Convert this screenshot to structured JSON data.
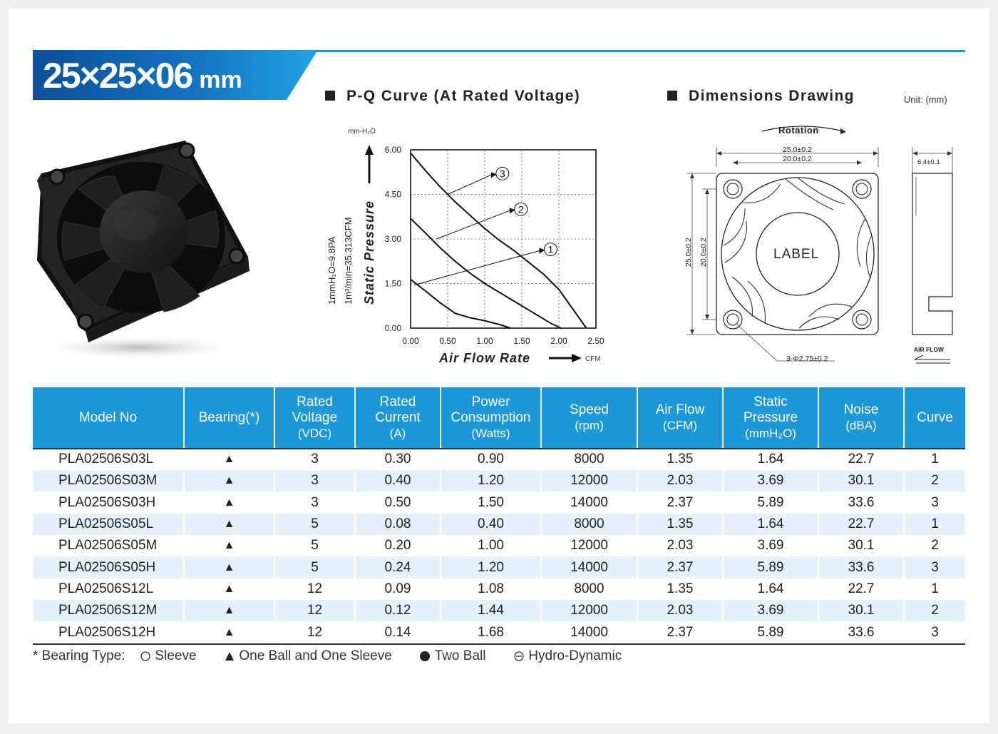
{
  "header": {
    "size_text": "25×25×06",
    "size_unit": "mm",
    "pq_title": "P-Q Curve (At Rated Voltage)",
    "dim_title": "Dimensions Drawing",
    "unit_note": "Unit: (mm)"
  },
  "pq_chart": {
    "y_unit": "mm-H₂O",
    "y_label": "Static Pressure",
    "x_label": "Air Flow Rate",
    "x_unit": "CFM",
    "note1": "1mmH₂O=9.8PA",
    "note2": "1m³/min=35.313CFM"
  },
  "chart_data": {
    "type": "line",
    "title": "P-Q Curve (At Rated Voltage)",
    "xlabel": "Air Flow Rate",
    "ylabel": "Static Pressure",
    "xlim": [
      0,
      2.5
    ],
    "ylim": [
      0,
      6
    ],
    "x_ticks": [
      "0.00",
      "0.50",
      "1.00",
      "1.50",
      "2.00",
      "2.50"
    ],
    "y_ticks": [
      "0.00",
      "1.50",
      "3.00",
      "4.50",
      "6.00"
    ],
    "grid": true,
    "series": [
      {
        "name": "3",
        "x": [
          0,
          0.2,
          0.4,
          0.6,
          0.8,
          1.0,
          1.2,
          1.4,
          1.6,
          1.8,
          2.0,
          2.2,
          2.37
        ],
        "y": [
          5.89,
          5.3,
          4.75,
          4.25,
          3.8,
          3.35,
          2.95,
          2.6,
          2.2,
          1.8,
          1.3,
          0.6,
          0.0
        ]
      },
      {
        "name": "2",
        "x": [
          0,
          0.2,
          0.4,
          0.6,
          0.8,
          1.0,
          1.2,
          1.4,
          1.6,
          1.8,
          1.9,
          2.03
        ],
        "y": [
          3.69,
          3.2,
          2.7,
          2.25,
          1.85,
          1.5,
          1.2,
          0.9,
          0.6,
          0.3,
          0.15,
          0.0
        ]
      },
      {
        "name": "1",
        "x": [
          0,
          0.2,
          0.4,
          0.6,
          0.8,
          1.0,
          1.2,
          1.35
        ],
        "y": [
          1.64,
          1.25,
          0.85,
          0.5,
          0.35,
          0.25,
          0.12,
          0.0
        ]
      }
    ],
    "labels": [
      "3",
      "2",
      "1"
    ]
  },
  "dimensions": {
    "rotation": "Rotation",
    "outer": "25.0±0.2",
    "inner": "20.0±0.2",
    "label": "LABEL",
    "hole": "3-Φ2.75±0.2",
    "thickness": "6.4±0.1",
    "air_flow": "AIR FLOW"
  },
  "table": {
    "headers": [
      {
        "main": "Model No",
        "sub": ""
      },
      {
        "main": "Bearing(*)",
        "sub": ""
      },
      {
        "main": "Rated Voltage",
        "sub": "(VDC)"
      },
      {
        "main": "Rated Current",
        "sub": "(A)"
      },
      {
        "main": "Power Consumption",
        "sub": "(Watts)"
      },
      {
        "main": "Speed",
        "sub": "(rpm)"
      },
      {
        "main": "Air Flow",
        "sub": "(CFM)"
      },
      {
        "main": "Static Pressure",
        "sub": "(mmH₂O)"
      },
      {
        "main": "Noise",
        "sub": "(dBA)"
      },
      {
        "main": "Curve",
        "sub": ""
      }
    ],
    "rows": [
      [
        "PLA02506S03L",
        "▲",
        "3",
        "0.30",
        "0.90",
        "8000",
        "1.35",
        "1.64",
        "22.7",
        "1"
      ],
      [
        "PLA02506S03M",
        "▲",
        "3",
        "0.40",
        "1.20",
        "12000",
        "2.03",
        "3.69",
        "30.1",
        "2"
      ],
      [
        "PLA02506S03H",
        "▲",
        "3",
        "0.50",
        "1.50",
        "14000",
        "2.37",
        "5.89",
        "33.6",
        "3"
      ],
      [
        "PLA02506S05L",
        "▲",
        "5",
        "0.08",
        "0.40",
        "8000",
        "1.35",
        "1.64",
        "22.7",
        "1"
      ],
      [
        "PLA02506S05M",
        "▲",
        "5",
        "0.20",
        "1.00",
        "12000",
        "2.03",
        "3.69",
        "30.1",
        "2"
      ],
      [
        "PLA02506S05H",
        "▲",
        "5",
        "0.24",
        "1.20",
        "14000",
        "2.37",
        "5.89",
        "33.6",
        "3"
      ],
      [
        "PLA02506S12L",
        "▲",
        "12",
        "0.09",
        "1.08",
        "8000",
        "1.35",
        "1.64",
        "22.7",
        "1"
      ],
      [
        "PLA02506S12M",
        "▲",
        "12",
        "0.12",
        "1.44",
        "12000",
        "2.03",
        "3.69",
        "30.1",
        "2"
      ],
      [
        "PLA02506S12H",
        "▲",
        "12",
        "0.14",
        "1.68",
        "14000",
        "2.37",
        "5.89",
        "33.6",
        "3"
      ]
    ]
  },
  "legend": {
    "prefix": "* Bearing Type:",
    "items": [
      "Sleeve",
      "One Ball and One Sleeve",
      "Two Ball",
      "Hydro-Dynamic"
    ]
  },
  "colors": {
    "accent": "#1c98d8",
    "title_band": "#0d5ea8",
    "row_alt": "#e3f1fa"
  }
}
